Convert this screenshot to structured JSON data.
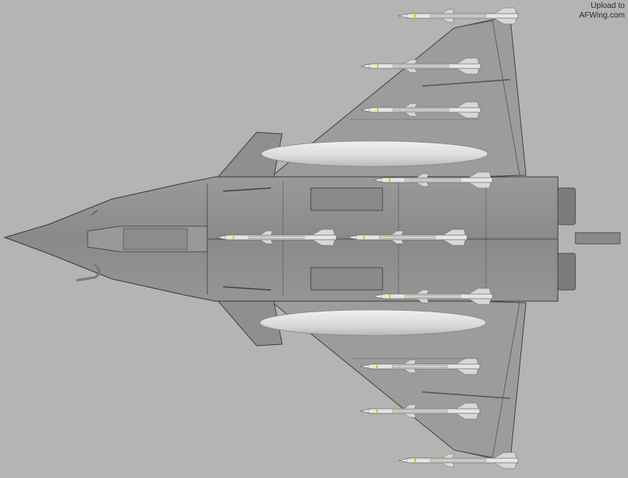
{
  "watermark": {
    "line1": "Upload to",
    "line2": "AFWing.com"
  },
  "colors": {
    "background": "#b4b4b4",
    "fuselage": "#8e8e8e",
    "fuselage_dark": "#7a7a7a",
    "wing": "#9a9a9a",
    "panel_line": "#3c3c3c",
    "tank": "#dcdcdc",
    "missile_body": "#e4e4e4",
    "missile_band": "#e6c200"
  },
  "aircraft": {
    "view": "top-view",
    "stores": {
      "missiles": 10,
      "drop_tanks": 2
    }
  }
}
